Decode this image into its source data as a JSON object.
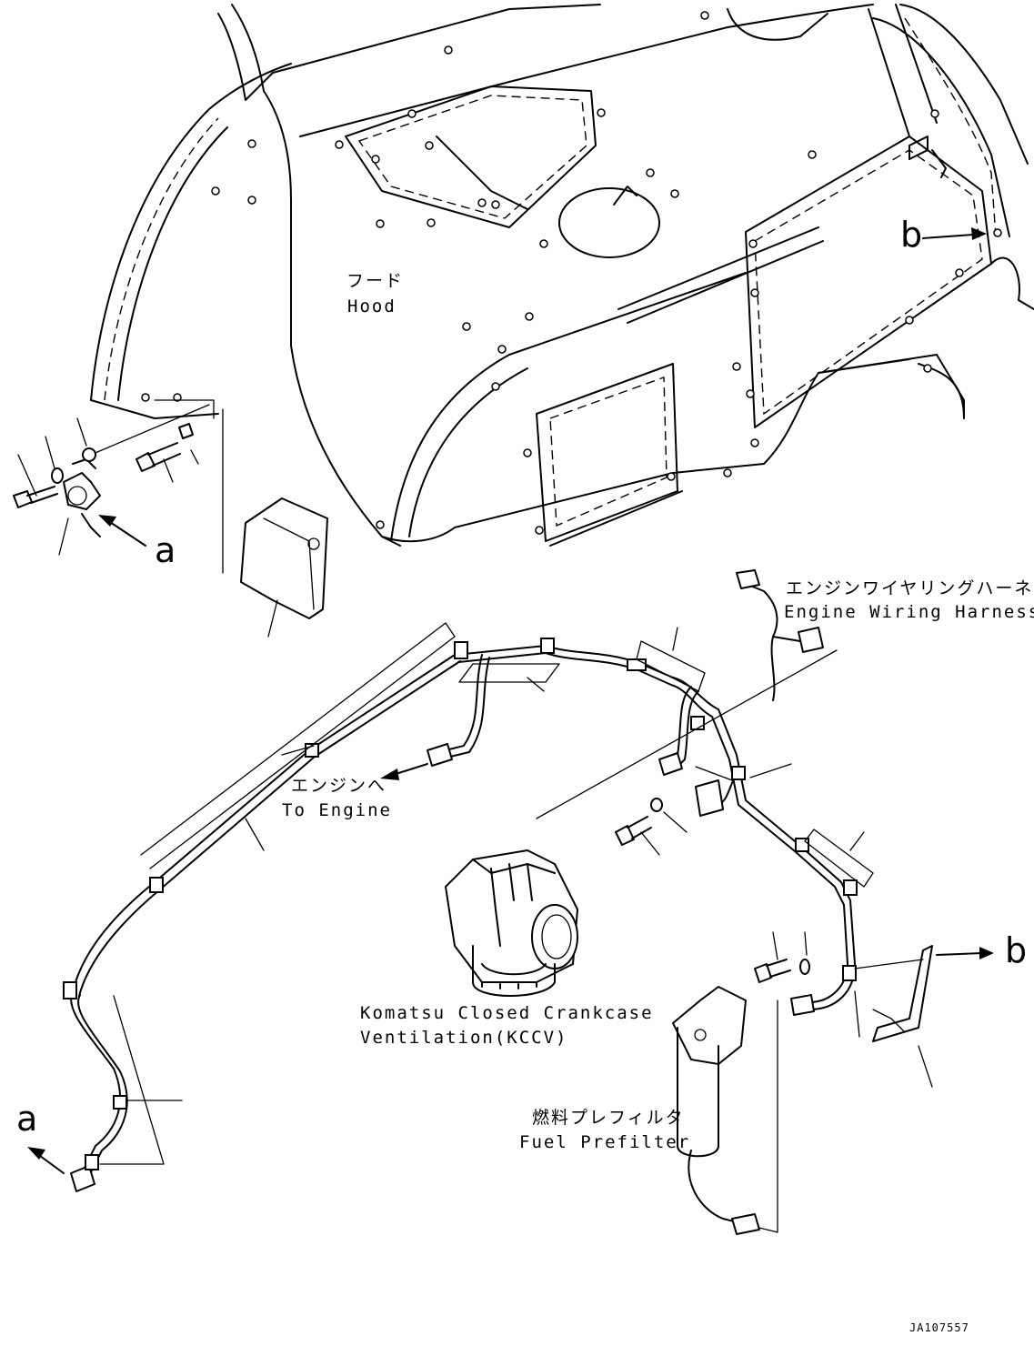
{
  "labels": {
    "hood_jp": "フード",
    "hood_en": "Hood",
    "harness_jp": "エンジンワイヤリングハーネス",
    "harness_en": "Engine Wiring Harness",
    "engine_jp": "エンジンへ",
    "engine_en": "To Engine",
    "kccv_line1": "Komatsu Closed Crankcase",
    "kccv_line2": "Ventilation(KCCV)",
    "prefilter_jp": "燃料プレフィルタ",
    "prefilter_en": "Fuel Prefilter"
  },
  "view_refs": {
    "a_top": "a",
    "a_bottom": "a",
    "b_top": "b",
    "b_bottom": "b"
  },
  "drawing_code": "JA107557"
}
